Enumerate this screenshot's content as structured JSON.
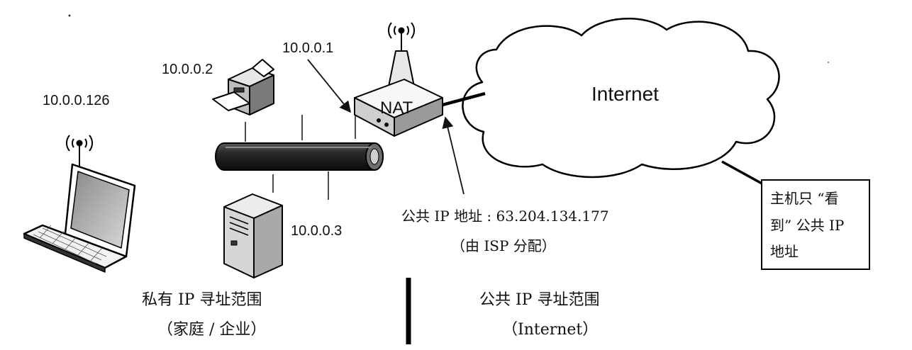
{
  "addresses": {
    "laptop": "10.0.0.126",
    "printer": "10.0.0.2",
    "router_private": "10.0.0.1",
    "server": "10.0.0.3"
  },
  "router": {
    "label": "NAT"
  },
  "cloud": {
    "label": "Internet"
  },
  "public_ip": {
    "line1": "公共 IP 地址 : 63.204.134.177",
    "line2": "（由 ISP 分配）"
  },
  "callout": {
    "line1": "主机只 “看",
    "line2": "到” 公共 IP",
    "line3": "地址"
  },
  "regions": {
    "private_title": "私有 IP 寻址范围",
    "private_sub": "（家庭 / 企业）",
    "public_title": "公共 IP 寻址范围",
    "public_sub": "（Internet）"
  }
}
